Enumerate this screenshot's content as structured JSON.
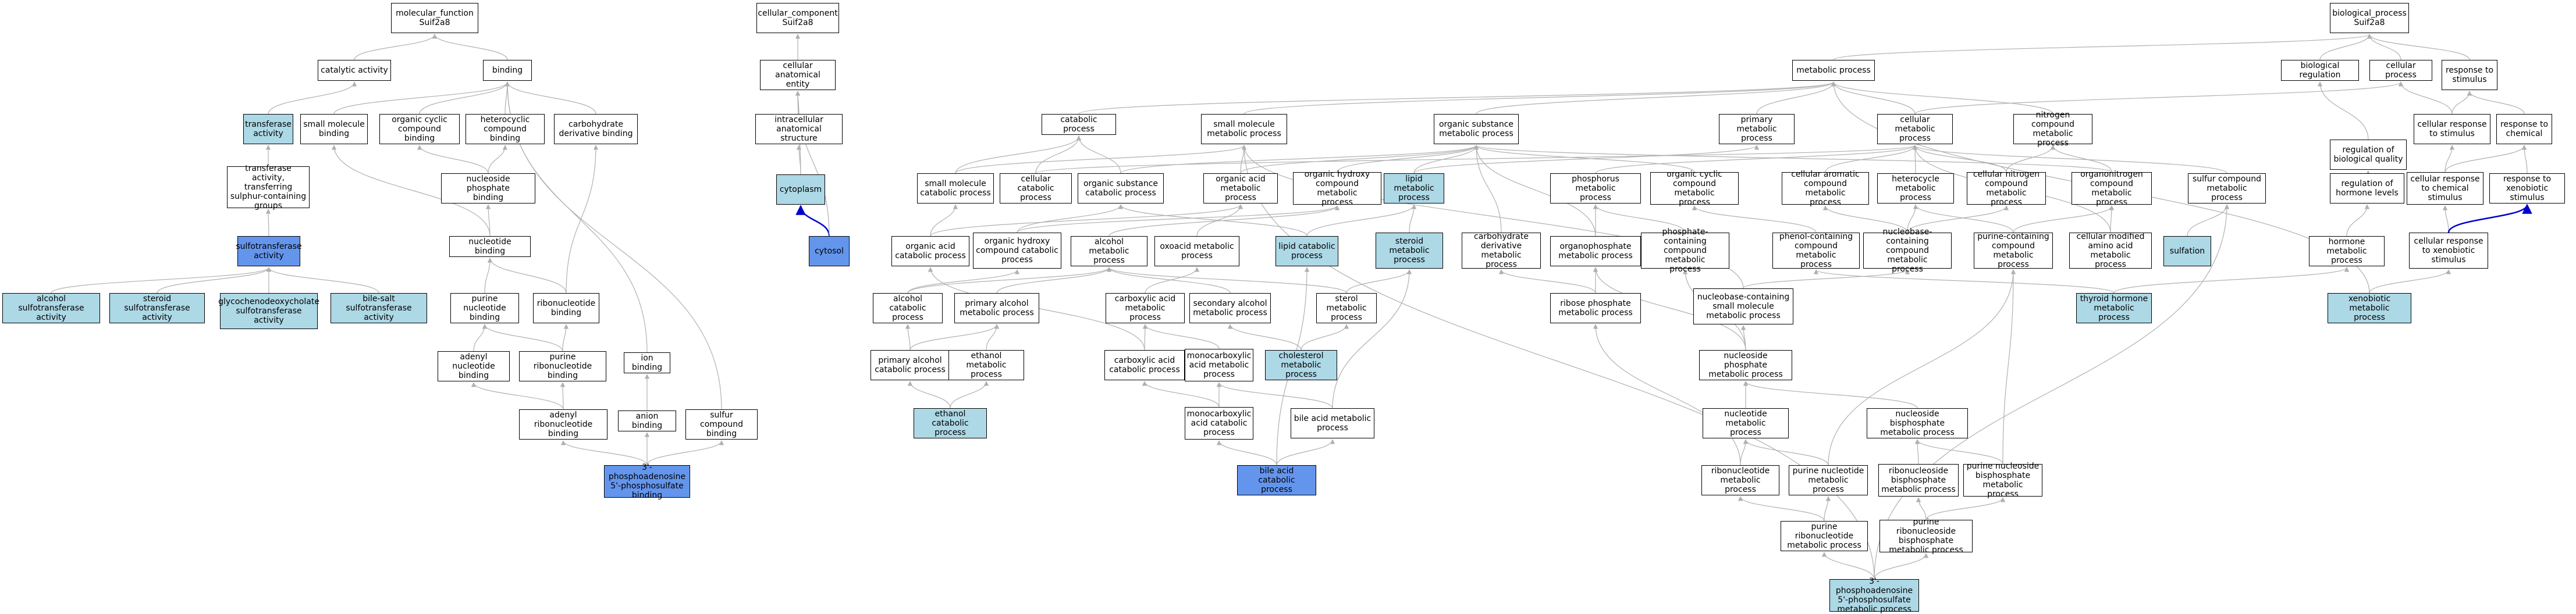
{
  "colors": {
    "plain": "#ffffff",
    "highlight": "#add8e6",
    "selected": "#6495ed",
    "edge": "#b0b0b0",
    "edge_strong": "#0000cc"
  },
  "nodes": [
    {
      "id": "mf",
      "label": "molecular_function\nSuif2a8",
      "style": "plain"
    },
    {
      "id": "catalytic",
      "label": "catalytic activity",
      "style": "plain"
    },
    {
      "id": "binding",
      "label": "binding",
      "style": "plain"
    },
    {
      "id": "transferase",
      "label": "transferase\nactivity",
      "style": "highlight"
    },
    {
      "id": "smbind",
      "label": "small molecule\nbinding",
      "style": "plain"
    },
    {
      "id": "ocyclic_b",
      "label": "organic cyclic\ncompound binding",
      "style": "plain"
    },
    {
      "id": "hetero_b",
      "label": "heterocyclic\ncompound binding",
      "style": "plain"
    },
    {
      "id": "carbo_b",
      "label": "carbohydrate\nderivative binding",
      "style": "plain"
    },
    {
      "id": "trans_s",
      "label": "transferase\nactivity, transferring\nsulphur-containing\ngroups",
      "style": "plain"
    },
    {
      "id": "nucphos_b",
      "label": "nucleoside phosphate\nbinding",
      "style": "plain"
    },
    {
      "id": "sulfotrans",
      "label": "sulfotransferase\nactivity",
      "style": "selected"
    },
    {
      "id": "nuc_b",
      "label": "nucleotide binding",
      "style": "plain"
    },
    {
      "id": "alc_st",
      "label": "alcohol sulfotransferase\nactivity",
      "style": "highlight"
    },
    {
      "id": "ster_st",
      "label": "steroid sulfotransferase\nactivity",
      "style": "highlight"
    },
    {
      "id": "glyco_st",
      "label": "glycochenodeoxycholate\nsulfotransferase\nactivity",
      "style": "highlight"
    },
    {
      "id": "bile_st",
      "label": "bile-salt sulfotransferase\nactivity",
      "style": "highlight"
    },
    {
      "id": "pur_b",
      "label": "purine nucleotide\nbinding",
      "style": "plain"
    },
    {
      "id": "ribo_b",
      "label": "ribonucleotide\nbinding",
      "style": "plain"
    },
    {
      "id": "ion_b",
      "label": "ion binding",
      "style": "plain"
    },
    {
      "id": "aden_b",
      "label": "adenyl nucleotide\nbinding",
      "style": "plain"
    },
    {
      "id": "purribo_b",
      "label": "purine ribonucleotide\nbinding",
      "style": "plain"
    },
    {
      "id": "anion_b",
      "label": "anion binding",
      "style": "plain"
    },
    {
      "id": "adenribo_b",
      "label": "adenyl ribonucleotide\nbinding",
      "style": "plain"
    },
    {
      "id": "sulfur_b",
      "label": "sulfur compound\nbinding",
      "style": "plain"
    },
    {
      "id": "paps_b",
      "label": "3'-phosphoadenosine\n5'-phosphosulfate\nbinding",
      "style": "selected"
    },
    {
      "id": "cc",
      "label": "cellular_component\nSuif2a8",
      "style": "plain"
    },
    {
      "id": "cae",
      "label": "cellular anatomical\nentity",
      "style": "plain"
    },
    {
      "id": "ias",
      "label": "intracellular\nanatomical structure",
      "style": "plain"
    },
    {
      "id": "cytoplasm",
      "label": "cytoplasm",
      "style": "highlight"
    },
    {
      "id": "cytosol",
      "label": "cytosol",
      "style": "selected"
    },
    {
      "id": "bp",
      "label": "biological_process\nSuif2a8",
      "style": "plain"
    },
    {
      "id": "mp",
      "label": "metabolic process",
      "style": "plain"
    },
    {
      "id": "bioreg",
      "label": "biological regulation",
      "style": "plain"
    },
    {
      "id": "cellproc",
      "label": "cellular process",
      "style": "plain"
    },
    {
      "id": "resp_stim",
      "label": "response to\nstimulus",
      "style": "plain"
    },
    {
      "id": "catab",
      "label": "catabolic process",
      "style": "plain"
    },
    {
      "id": "smmp",
      "label": "small molecule\nmetabolic process",
      "style": "plain"
    },
    {
      "id": "osmp",
      "label": "organic substance\nmetabolic process",
      "style": "plain"
    },
    {
      "id": "pmp",
      "label": "primary metabolic\nprocess",
      "style": "plain"
    },
    {
      "id": "cmp",
      "label": "cellular metabolic\nprocess",
      "style": "plain"
    },
    {
      "id": "ncmp",
      "label": "nitrogen compound\nmetabolic process",
      "style": "plain"
    },
    {
      "id": "regbq",
      "label": "regulation of\nbiological quality",
      "style": "plain"
    },
    {
      "id": "cresp_stim",
      "label": "cellular response\nto stimulus",
      "style": "plain"
    },
    {
      "id": "resp_chem",
      "label": "response to\nchemical",
      "style": "plain"
    },
    {
      "id": "smcp",
      "label": "small molecule\ncatabolic process",
      "style": "plain"
    },
    {
      "id": "ccp",
      "label": "cellular catabolic\nprocess",
      "style": "plain"
    },
    {
      "id": "oscp",
      "label": "organic substance\ncatabolic process",
      "style": "plain"
    },
    {
      "id": "oamp",
      "label": "organic acid\nmetabolic process",
      "style": "plain"
    },
    {
      "id": "ohcmp",
      "label": "organic hydroxy\ncompound metabolic\nprocess",
      "style": "plain"
    },
    {
      "id": "lipmp",
      "label": "lipid metabolic\nprocess",
      "style": "highlight"
    },
    {
      "id": "phosmp",
      "label": "phosphorus metabolic\nprocess",
      "style": "plain"
    },
    {
      "id": "occmp",
      "label": "organic cyclic\ncompound metabolic\nprocess",
      "style": "plain"
    },
    {
      "id": "cacmp",
      "label": "cellular aromatic\ncompound metabolic\nprocess",
      "style": "plain"
    },
    {
      "id": "hetmp",
      "label": "heterocycle\nmetabolic process",
      "style": "plain"
    },
    {
      "id": "cncmp",
      "label": "cellular nitrogen\ncompound metabolic\nprocess",
      "style": "plain"
    },
    {
      "id": "orgnmp",
      "label": "organonitrogen\ncompound metabolic\nprocess",
      "style": "plain"
    },
    {
      "id": "sulfmp",
      "label": "sulfur compound\nmetabolic process",
      "style": "plain"
    },
    {
      "id": "reghl",
      "label": "regulation of\nhormone levels",
      "style": "plain"
    },
    {
      "id": "cresp_chem",
      "label": "cellular response\nto chemical\nstimulus",
      "style": "plain"
    },
    {
      "id": "resp_xeno",
      "label": "response to\nxenobiotic stimulus",
      "style": "plain"
    },
    {
      "id": "oacp",
      "label": "organic acid\ncatabolic process",
      "style": "plain"
    },
    {
      "id": "ohccp",
      "label": "organic hydroxy\ncompound catabolic\nprocess",
      "style": "plain"
    },
    {
      "id": "alcmp",
      "label": "alcohol metabolic\nprocess",
      "style": "plain"
    },
    {
      "id": "oxomp",
      "label": "oxoacid metabolic\nprocess",
      "style": "plain"
    },
    {
      "id": "lipcp",
      "label": "lipid catabolic\nprocess",
      "style": "highlight"
    },
    {
      "id": "stermp",
      "label": "steroid metabolic\nprocess",
      "style": "highlight"
    },
    {
      "id": "carbdmp",
      "label": "carbohydrate\nderivative metabolic\nprocess",
      "style": "plain"
    },
    {
      "id": "orgphmp",
      "label": "organophosphate\nmetabolic process",
      "style": "plain"
    },
    {
      "id": "phcmp",
      "label": "phosphate-containing\ncompound metabolic\nprocess",
      "style": "plain"
    },
    {
      "id": "phencmp",
      "label": "phenol-containing\ncompound metabolic\nprocess",
      "style": "plain"
    },
    {
      "id": "nbcmp",
      "label": "nucleobase-containing\ncompound metabolic\nprocess",
      "style": "plain"
    },
    {
      "id": "purcmp",
      "label": "purine-containing\ncompound metabolic\nprocess",
      "style": "plain"
    },
    {
      "id": "cmaamp",
      "label": "cellular modified\namino acid metabolic\nprocess",
      "style": "plain"
    },
    {
      "id": "sulfation",
      "label": "sulfation",
      "style": "highlight"
    },
    {
      "id": "hormmp",
      "label": "hormone metabolic\nprocess",
      "style": "plain"
    },
    {
      "id": "cresp_xeno",
      "label": "cellular response\nto xenobiotic\nstimulus",
      "style": "plain"
    },
    {
      "id": "alccp",
      "label": "alcohol catabolic\nprocess",
      "style": "plain"
    },
    {
      "id": "palcmp",
      "label": "primary alcohol\nmetabolic process",
      "style": "plain"
    },
    {
      "id": "carbamp",
      "label": "carboxylic acid\nmetabolic process",
      "style": "plain"
    },
    {
      "id": "secalcmp",
      "label": "secondary alcohol\nmetabolic process",
      "style": "plain"
    },
    {
      "id": "sterolmp",
      "label": "sterol metabolic\nprocess",
      "style": "plain"
    },
    {
      "id": "ribophmp",
      "label": "ribose phosphate\nmetabolic process",
      "style": "plain"
    },
    {
      "id": "nbcsmmp",
      "label": "nucleobase-containing\nsmall molecule\nmetabolic process",
      "style": "plain"
    },
    {
      "id": "thyrmp",
      "label": "thyroid hormone\nmetabolic process",
      "style": "highlight"
    },
    {
      "id": "xenomp",
      "label": "xenobiotic metabolic\nprocess",
      "style": "highlight"
    },
    {
      "id": "palccp",
      "label": "primary alcohol\ncatabolic process",
      "style": "plain"
    },
    {
      "id": "ethmp",
      "label": "ethanol metabolic\nprocess",
      "style": "plain"
    },
    {
      "id": "carbacp",
      "label": "carboxylic acid\ncatabolic process",
      "style": "plain"
    },
    {
      "id": "monoamp",
      "label": "monocarboxylic\nacid metabolic\nprocess",
      "style": "plain"
    },
    {
      "id": "cholmp",
      "label": "cholesterol\nmetabolic process",
      "style": "highlight"
    },
    {
      "id": "nucphmp",
      "label": "nucleoside phosphate\nmetabolic process",
      "style": "plain"
    },
    {
      "id": "ethcp",
      "label": "ethanol catabolic\nprocess",
      "style": "highlight"
    },
    {
      "id": "monoacp",
      "label": "monocarboxylic\nacid catabolic\nprocess",
      "style": "plain"
    },
    {
      "id": "bileamp",
      "label": "bile acid metabolic\nprocess",
      "style": "plain"
    },
    {
      "id": "nucmp",
      "label": "nucleotide metabolic\nprocess",
      "style": "plain"
    },
    {
      "id": "nucbpmp",
      "label": "nucleoside bisphosphate\nmetabolic process",
      "style": "plain"
    },
    {
      "id": "bileacp",
      "label": "bile acid catabolic\nprocess",
      "style": "selected"
    },
    {
      "id": "ribonmp",
      "label": "ribonucleotide\nmetabolic process",
      "style": "plain"
    },
    {
      "id": "purnmp",
      "label": "purine nucleotide\nmetabolic process",
      "style": "plain"
    },
    {
      "id": "ribnbpmp",
      "label": "ribonucleoside\nbisphosphate\nmetabolic process",
      "style": "plain"
    },
    {
      "id": "purnbpmp",
      "label": "purine nucleoside\nbisphosphate\nmetabolic process",
      "style": "plain"
    },
    {
      "id": "purribmp",
      "label": "purine ribonucleotide\nmetabolic process",
      "style": "plain"
    },
    {
      "id": "purribbpmp",
      "label": "purine ribonucleoside\nbisphosphate\nmetabolic process",
      "style": "plain"
    },
    {
      "id": "papsmp",
      "label": "3'-phosphoadenosine\n5'-phosphosulfate\nmetabolic process",
      "style": "highlight"
    }
  ],
  "edges": [
    [
      "catalytic",
      "mf"
    ],
    [
      "binding",
      "mf"
    ],
    [
      "transferase",
      "catalytic"
    ],
    [
      "smbind",
      "binding"
    ],
    [
      "ocyclic_b",
      "binding"
    ],
    [
      "hetero_b",
      "binding"
    ],
    [
      "carbo_b",
      "binding"
    ],
    [
      "ion_b",
      "binding"
    ],
    [
      "sulfur_b",
      "binding"
    ],
    [
      "trans_s",
      "transferase"
    ],
    [
      "nucphos_b",
      "ocyclic_b"
    ],
    [
      "nucphos_b",
      "hetero_b"
    ],
    [
      "sulfotrans",
      "trans_s"
    ],
    [
      "nuc_b",
      "nucphos_b"
    ],
    [
      "nuc_b",
      "smbind"
    ],
    [
      "alc_st",
      "sulfotrans"
    ],
    [
      "ster_st",
      "sulfotrans"
    ],
    [
      "glyco_st",
      "sulfotrans"
    ],
    [
      "bile_st",
      "sulfotrans"
    ],
    [
      "pur_b",
      "nuc_b"
    ],
    [
      "ribo_b",
      "nuc_b"
    ],
    [
      "ribo_b",
      "carbo_b"
    ],
    [
      "aden_b",
      "pur_b"
    ],
    [
      "purribo_b",
      "pur_b"
    ],
    [
      "purribo_b",
      "ribo_b"
    ],
    [
      "adenribo_b",
      "aden_b"
    ],
    [
      "adenribo_b",
      "purribo_b"
    ],
    [
      "anion_b",
      "ion_b"
    ],
    [
      "paps_b",
      "adenribo_b"
    ],
    [
      "paps_b",
      "anion_b"
    ],
    [
      "paps_b",
      "sulfur_b"
    ],
    [
      "cae",
      "cc"
    ],
    [
      "ias",
      "cae"
    ],
    [
      "cytoplasm",
      "ias"
    ],
    [
      "cytosol",
      "cytoplasm",
      "strong"
    ],
    [
      "cytosol",
      "cae"
    ],
    [
      "cytoplasm",
      "cae"
    ],
    [
      "mp",
      "bp"
    ],
    [
      "bioreg",
      "bp"
    ],
    [
      "cellproc",
      "bp"
    ],
    [
      "resp_stim",
      "bp"
    ],
    [
      "catab",
      "mp"
    ],
    [
      "smmp",
      "mp"
    ],
    [
      "osmp",
      "mp"
    ],
    [
      "pmp",
      "mp"
    ],
    [
      "cmp",
      "mp"
    ],
    [
      "ncmp",
      "mp"
    ],
    [
      "cmp",
      "cellproc"
    ],
    [
      "regbq",
      "bioreg"
    ],
    [
      "cresp_stim",
      "cellproc"
    ],
    [
      "cresp_stim",
      "resp_stim"
    ],
    [
      "resp_chem",
      "resp_stim"
    ],
    [
      "smcp",
      "catab"
    ],
    [
      "smcp",
      "smmp"
    ],
    [
      "ccp",
      "catab"
    ],
    [
      "ccp",
      "cmp"
    ],
    [
      "oscp",
      "catab"
    ],
    [
      "oscp",
      "osmp"
    ],
    [
      "oamp",
      "smmp"
    ],
    [
      "oamp",
      "osmp"
    ],
    [
      "ohcmp",
      "osmp"
    ],
    [
      "lipmp",
      "osmp"
    ],
    [
      "lipmp",
      "pmp"
    ],
    [
      "phosmp",
      "cmp"
    ],
    [
      "occmp",
      "osmp"
    ],
    [
      "cacmp",
      "cmp"
    ],
    [
      "hetmp",
      "cmp"
    ],
    [
      "cncmp",
      "cmp"
    ],
    [
      "cncmp",
      "ncmp"
    ],
    [
      "orgnmp",
      "ncmp"
    ],
    [
      "orgnmp",
      "osmp"
    ],
    [
      "sulfmp",
      "cmp"
    ],
    [
      "reghl",
      "regbq"
    ],
    [
      "cresp_chem",
      "cresp_stim"
    ],
    [
      "cresp_chem",
      "resp_chem"
    ],
    [
      "resp_xeno",
      "resp_chem"
    ],
    [
      "oacp",
      "oamp"
    ],
    [
      "oacp",
      "smcp"
    ],
    [
      "ohccp",
      "ohcmp"
    ],
    [
      "ohccp",
      "oscp"
    ],
    [
      "alcmp",
      "ohcmp"
    ],
    [
      "oxomp",
      "oamp"
    ],
    [
      "lipcp",
      "lipmp"
    ],
    [
      "lipcp",
      "oscp"
    ],
    [
      "stermp",
      "lipmp"
    ],
    [
      "carbdmp",
      "osmp"
    ],
    [
      "orgphmp",
      "phosmp"
    ],
    [
      "orgphmp",
      "osmp"
    ],
    [
      "phcmp",
      "phosmp"
    ],
    [
      "phencmp",
      "occmp"
    ],
    [
      "nbcmp",
      "cacmp"
    ],
    [
      "nbcmp",
      "hetmp"
    ],
    [
      "nbcmp",
      "cncmp"
    ],
    [
      "purcmp",
      "hetmp"
    ],
    [
      "purcmp",
      "orgnmp"
    ],
    [
      "cmaamp",
      "orgnmp"
    ],
    [
      "cmaamp",
      "cmp"
    ],
    [
      "sulfation",
      "sulfmp"
    ],
    [
      "hormmp",
      "reghl"
    ],
    [
      "cresp_xeno",
      "cresp_chem"
    ],
    [
      "cresp_xeno",
      "resp_xeno",
      "strong"
    ],
    [
      "alccp",
      "alcmp"
    ],
    [
      "alccp",
      "ohccp"
    ],
    [
      "palcmp",
      "alcmp"
    ],
    [
      "carbamp",
      "oxomp"
    ],
    [
      "secalcmp",
      "alcmp"
    ],
    [
      "sterolmp",
      "stermp"
    ],
    [
      "sterolmp",
      "alcmp"
    ],
    [
      "ribophmp",
      "carbdmp"
    ],
    [
      "ribophmp",
      "orgphmp"
    ],
    [
      "nbcsmmp",
      "nbcmp"
    ],
    [
      "nbcsmmp",
      "smmp"
    ],
    [
      "thyrmp",
      "phencmp"
    ],
    [
      "thyrmp",
      "hormmp"
    ],
    [
      "xenomp",
      "cresp_xeno"
    ],
    [
      "xenomp",
      "mp"
    ],
    [
      "palccp",
      "palcmp"
    ],
    [
      "palccp",
      "alccp"
    ],
    [
      "ethmp",
      "palcmp"
    ],
    [
      "carbacp",
      "carbamp"
    ],
    [
      "carbacp",
      "oacp"
    ],
    [
      "monoamp",
      "carbamp"
    ],
    [
      "cholmp",
      "secalcmp"
    ],
    [
      "cholmp",
      "sterolmp"
    ],
    [
      "nucphmp",
      "nbcsmmp"
    ],
    [
      "nucphmp",
      "phcmp"
    ],
    [
      "nucphmp",
      "orgphmp"
    ],
    [
      "ethcp",
      "ethmp"
    ],
    [
      "ethcp",
      "palccp"
    ],
    [
      "monoacp",
      "monoamp"
    ],
    [
      "monoacp",
      "carbacp"
    ],
    [
      "bileamp",
      "monoamp"
    ],
    [
      "bileamp",
      "stermp"
    ],
    [
      "nucmp",
      "nucphmp"
    ],
    [
      "nucbpmp",
      "nucphmp"
    ],
    [
      "bileacp",
      "bileamp"
    ],
    [
      "bileacp",
      "monoacp"
    ],
    [
      "bileacp",
      "lipcp"
    ],
    [
      "ribonmp",
      "nucmp"
    ],
    [
      "ribonmp",
      "ribophmp"
    ],
    [
      "purnmp",
      "nucmp"
    ],
    [
      "purnmp",
      "purcmp"
    ],
    [
      "ribnbpmp",
      "nucbpmp"
    ],
    [
      "purnbpmp",
      "nucbpmp"
    ],
    [
      "purnbpmp",
      "purcmp"
    ],
    [
      "purribmp",
      "ribonmp"
    ],
    [
      "purribmp",
      "purnmp"
    ],
    [
      "purribbpmp",
      "ribnbpmp"
    ],
    [
      "purribbpmp",
      "purnbpmp"
    ],
    [
      "papsmp",
      "purribmp"
    ],
    [
      "papsmp",
      "purribbpmp"
    ],
    [
      "papsmp",
      "sulfmp"
    ],
    [
      "papsmp",
      "smmp"
    ]
  ]
}
